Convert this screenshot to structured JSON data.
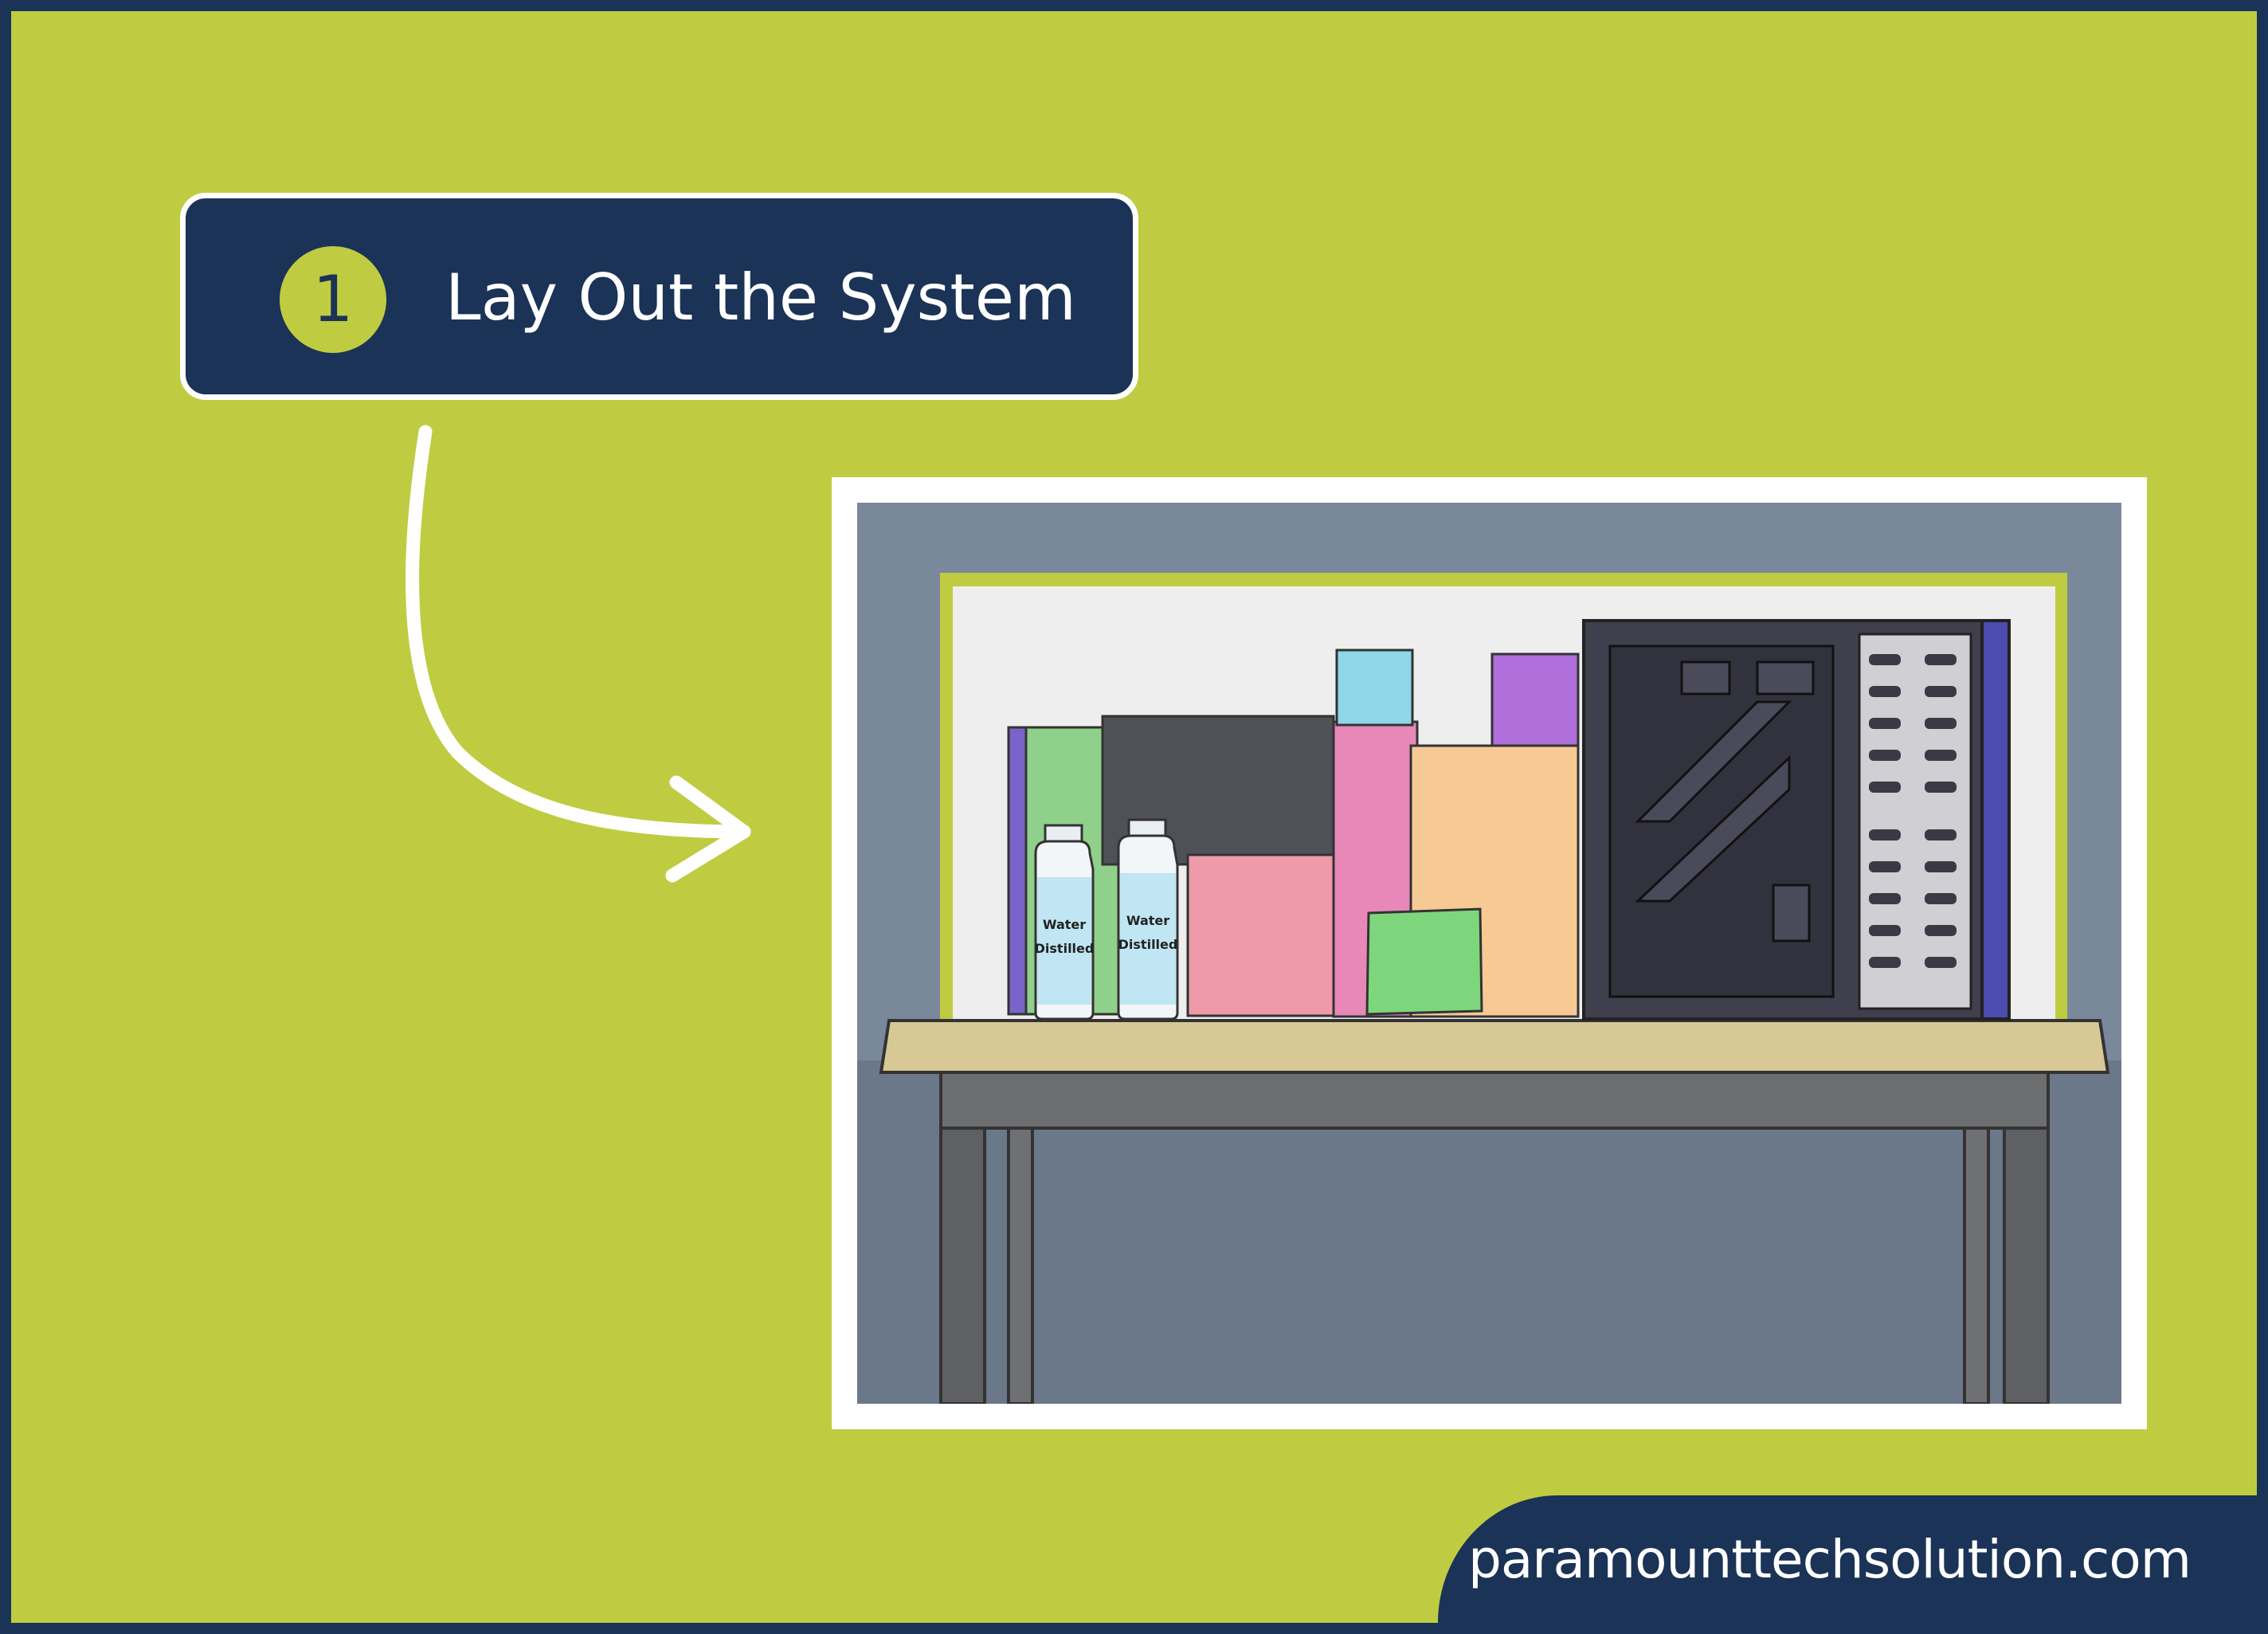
{
  "header": {
    "step_number": "1",
    "step_title": "Lay Out the System"
  },
  "illustration": {
    "bottle_1": {
      "line_1": "Water",
      "line_2": "Distilled"
    },
    "bottle_2": {
      "line_1": "Water",
      "line_2": "Distilled"
    }
  },
  "footer": {
    "website": "paramounttechsolution.com"
  },
  "colors": {
    "background": "#bfcc41",
    "navy": "#1a3356",
    "white": "#ffffff"
  },
  "icons": {
    "arrow": "curved-arrow-icon"
  }
}
